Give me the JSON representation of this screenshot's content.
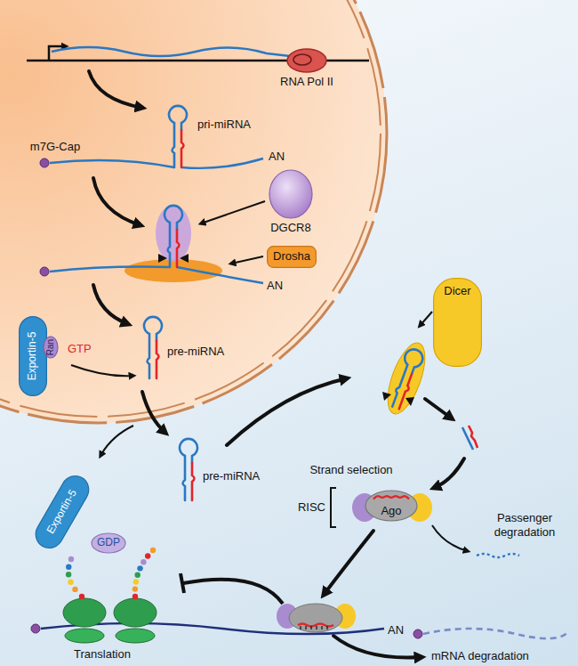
{
  "diagram": {
    "nodes": [
      {
        "text": [
          "DGCR8"
        ]
      },
      {
        "text": [
          "Drosha"
        ]
      },
      {
        "text": [
          "Exportin-5"
        ]
      },
      {
        "text": [
          "Ran"
        ],
        "in": 2
      },
      {
        "text": [
          "Exportin-5"
        ]
      },
      {
        "text": [
          "GDP"
        ]
      },
      {
        "text": [
          "Dicer"
        ]
      },
      {
        "text": [
          "Ago"
        ]
      }
    ],
    "labels": [
      "RNA Pol II",
      "pri-miRNA",
      "m7G-Cap",
      "AN",
      "AN",
      "GTP",
      "pre-miRNA",
      "pre-miRNA",
      "Strand selection",
      "RISC",
      "Passenger degradation",
      "Translation",
      "AN",
      "mRNA degradation"
    ]
  }
}
